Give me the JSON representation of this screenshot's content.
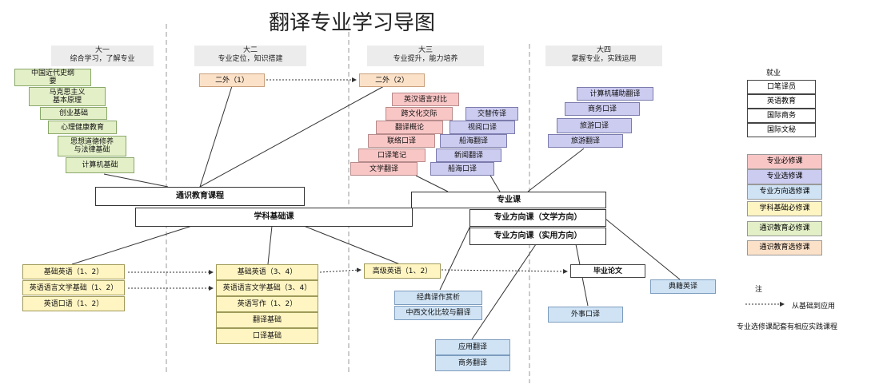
{
  "title": "翻译专业学习导图",
  "years": [
    {
      "name": "大一",
      "desc": "综合学习，了解专业"
    },
    {
      "name": "大二",
      "desc": "专业定位，知识搭建"
    },
    {
      "name": "大三",
      "desc": "专业提升，能力培养"
    },
    {
      "name": "大四",
      "desc": "掌握专业，实践运用"
    }
  ],
  "general_courses": [
    "中国近代史纲\n要",
    "马克思主义\n基本原理",
    "创业基础",
    "心理健康教育",
    "思想道德修养\n与法律基础",
    "计算机基础"
  ],
  "second_foreign": [
    "二外（1）",
    "二外（2）"
  ],
  "core_required": [
    "英汉语言对比",
    "跨文化交际",
    "翻译概论",
    "联络口译",
    "口译笔记",
    "文学翻译"
  ],
  "core_elective": [
    "交替传译",
    "视阅口译",
    "船海翻译",
    "新闻翻译",
    "船海口译"
  ],
  "senior_elective": [
    "计算机辅助翻译",
    "商务口译",
    "旅游口译",
    "旅游翻译"
  ],
  "hubs": {
    "general": "通识教育课程",
    "basic": "学科基础课",
    "major": "专业课",
    "lit": "专业方向课（文学方向）",
    "app": "专业方向课（实用方向）"
  },
  "year1_basic": [
    "基础英语（1、2）",
    "英语语言文学基础（1、2）",
    "英语口语（1、2）"
  ],
  "year2_basic": [
    "基础英语（3、4）",
    "英语语言文学基础（3、4）",
    "英语写作（1、2）",
    "翻译基础",
    "口译基础"
  ],
  "advanced": "高级英语（1、2）",
  "thesis": "毕业论文",
  "lit_courses": [
    "经典译作赏析",
    "中西文化比较与翻译"
  ],
  "classic": "典籍英译",
  "foreign_affairs": "外事口译",
  "app_courses": [
    "应用翻译",
    "商务翻译"
  ],
  "employment": {
    "title": "就业",
    "items": [
      "口笔译员",
      "英语教育",
      "国际商务",
      "国际文秘"
    ]
  },
  "legend": [
    {
      "label": "专业必修课",
      "color": "#f9c6c6"
    },
    {
      "label": "专业选修课",
      "color": "#cccbf0"
    },
    {
      "label": "专业方向选修课",
      "color": "#cfe3f5"
    },
    {
      "label": "学科基础必修课",
      "color": "#fff5c2"
    },
    {
      "label": "通识教育必修课",
      "color": "#e3efc7"
    },
    {
      "label": "通识教育选修课",
      "color": "#fbe1c8"
    }
  ],
  "note": {
    "title": "注",
    "arrow_text": "从基础到应用",
    "practice": "专业选修课配套有相应实践课程"
  }
}
